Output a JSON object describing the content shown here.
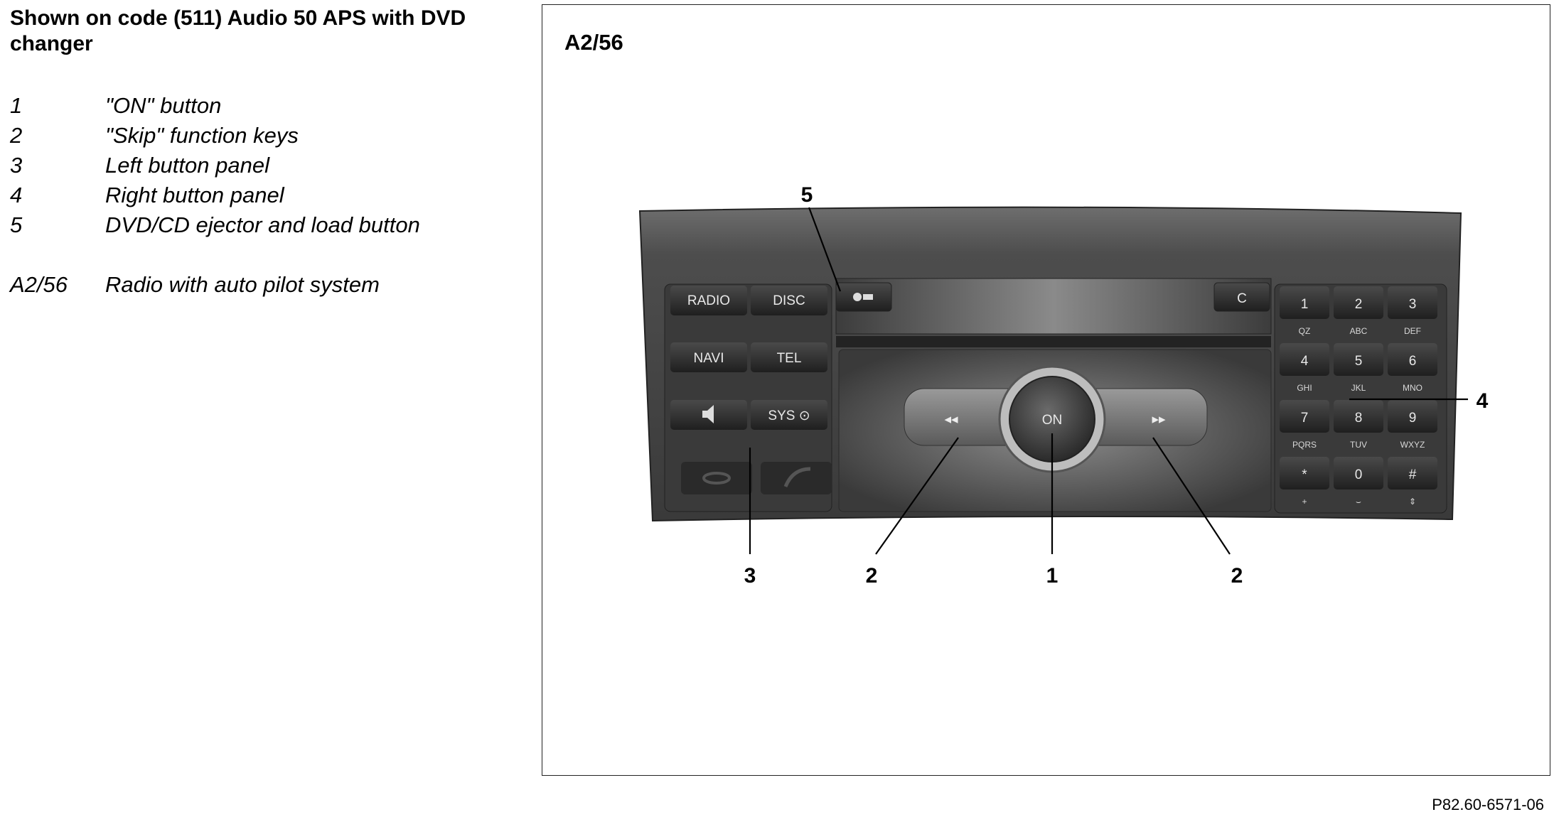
{
  "heading": "Shown on code (511) Audio 50 APS with DVD changer",
  "legend": [
    {
      "key": "1",
      "text": "\"ON\" button"
    },
    {
      "key": "2",
      "text": "\"Skip\" function keys"
    },
    {
      "key": "3",
      "text": "Left button panel"
    },
    {
      "key": "4",
      "text": "Right button panel"
    },
    {
      "key": "5",
      "text": "DVD/CD ejector and load button"
    }
  ],
  "component": {
    "key": "A2/56",
    "text": "Radio with auto pilot system"
  },
  "figure_id": "A2/56",
  "figure_code": "P82.60-6571-06",
  "callouts": {
    "c1": "1",
    "c2a": "2",
    "c2b": "2",
    "c3": "3",
    "c4": "4",
    "c5": "5"
  },
  "radio": {
    "left_buttons": [
      "RADIO",
      "DISC",
      "NAVI",
      "TEL",
      "SYS ⊙"
    ],
    "clear_button": "C",
    "on_button": "ON",
    "skip_left": "◂◂",
    "skip_right": "▸▸",
    "keypad": [
      {
        "num": "1",
        "sub": "QZ"
      },
      {
        "num": "2",
        "sub": "ABC"
      },
      {
        "num": "3",
        "sub": "DEF"
      },
      {
        "num": "4",
        "sub": "GHI"
      },
      {
        "num": "5",
        "sub": "JKL"
      },
      {
        "num": "6",
        "sub": "MNO"
      },
      {
        "num": "7",
        "sub": "PQRS"
      },
      {
        "num": "8",
        "sub": "TUV"
      },
      {
        "num": "9",
        "sub": "WXYZ"
      },
      {
        "num": "*",
        "sub": "+"
      },
      {
        "num": "0",
        "sub": "⌣"
      },
      {
        "num": "#",
        "sub": "⇕"
      }
    ]
  },
  "colors": {
    "panel": "#4a4a4a",
    "button": "#2e2e2e",
    "display": "#6a6a6a"
  }
}
